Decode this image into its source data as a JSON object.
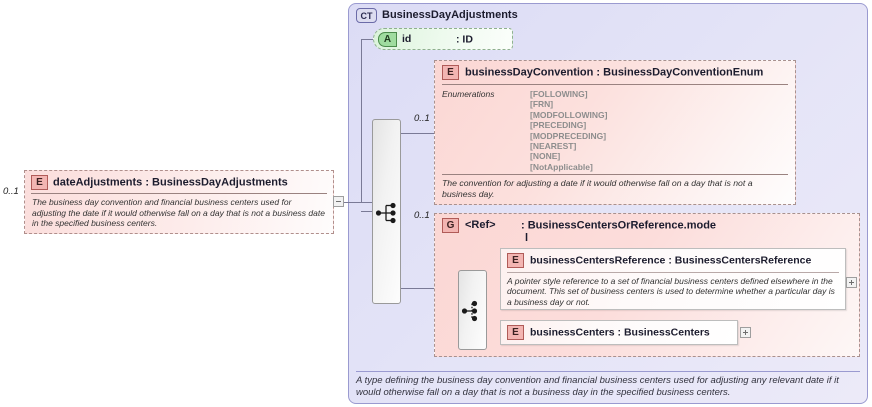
{
  "diagram": {
    "type": "xsd-schema-diagram",
    "root_element": {
      "icon": "E",
      "name": "dateAdjustments",
      "separator": ":",
      "type": "BusinessDayAdjustments",
      "cardinality": "0..1",
      "documentation": "The business day convention and financial business centers used for adjusting the date if it would otherwise fall on a day that is not a business date in the specified business centers.",
      "toggle": "minus"
    },
    "complex_type": {
      "icon": "CT",
      "name": "BusinessDayAdjustments",
      "documentation": "A type defining the business day convention and financial business centers used for adjusting any relevant date if it would otherwise fall on a day that is not a business day in the specified business centers.",
      "attribute": {
        "icon": "A",
        "name": "id",
        "separator": ":",
        "type": "ID"
      },
      "compositor": "sequence",
      "children": [
        {
          "icon": "E",
          "name": "businessDayConvention",
          "separator": ":",
          "type": "BusinessDayConventionEnum",
          "cardinality": "0..1",
          "facet_label": "Enumerations",
          "enumerations": [
            "[FOLLOWING]",
            "[FRN]",
            "[MODFOLLOWING]",
            "[PRECEDING]",
            "[MODPRECEDING]",
            "[NEAREST]",
            "[NONE]",
            "[NotApplicable]"
          ],
          "documentation": "The convention for adjusting a date if it would otherwise fall on a day that is not a business day."
        },
        {
          "icon": "G",
          "name": "<Ref>",
          "separator": ":",
          "type_line1": "BusinessCentersOrReference.mode",
          "type_line2": "l",
          "cardinality": "0..1",
          "compositor": "choice",
          "children": [
            {
              "icon": "E",
              "name": "businessCentersReference",
              "separator": ":",
              "type": "BusinessCentersReference",
              "documentation": "A pointer style reference to a set of financial business centers defined elsewhere in the document. This set of business centers is used to determine whether a particular day is a business day or not.",
              "toggle": "plus"
            },
            {
              "icon": "E",
              "name": "businessCenters",
              "separator": ":",
              "type": "BusinessCenters",
              "toggle": "plus"
            }
          ]
        }
      ]
    }
  },
  "colors": {
    "element_fill": "#fbdedc",
    "element_border": "#b08f8c",
    "attribute_fill": "#dbf3db",
    "attribute_border": "#8fb08f",
    "complextype_fill": "#dcdcf5",
    "complextype_border": "#9a9ad0",
    "connector": "#7a7a96"
  }
}
